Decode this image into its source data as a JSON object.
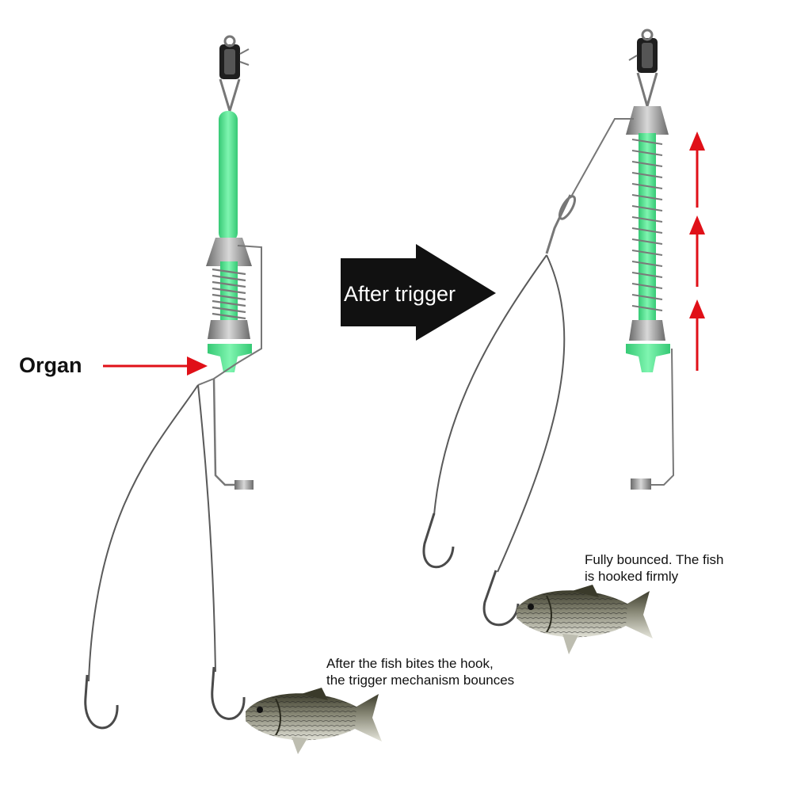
{
  "labels": {
    "organ": "Organ",
    "after_trigger": "After trigger",
    "before_caption_line1": "After the fish bites the hook,",
    "before_caption_line2": "the trigger mechanism bounces",
    "after_caption_line1": "Fully bounced. The fish",
    "after_caption_line2": "is hooked firmly"
  },
  "colors": {
    "background": "#ffffff",
    "spring_green": "#4ee88e",
    "arrow_red": "#e01018",
    "trigger_arrow": "#111111",
    "wire": "#555555",
    "metal": "#9a9a9a"
  },
  "icons": {
    "left_device": "spring-trap-cocked",
    "right_device": "spring-trap-released",
    "fish": "carp-fish",
    "hook": "fishing-hook",
    "swivel": "snap-swivel"
  }
}
